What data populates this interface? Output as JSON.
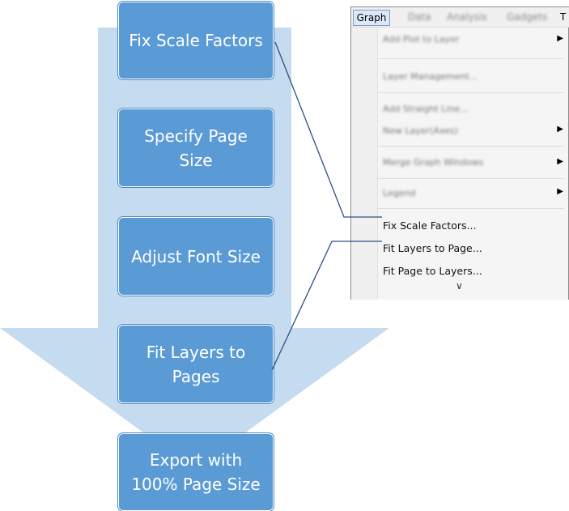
{
  "colors": {
    "box_fill": "#5b9bd5",
    "arrow_fill": "#c5dbef",
    "callout_line": "#2e4f86"
  },
  "steps": [
    {
      "line1": "Fix Scale Factors",
      "line2": ""
    },
    {
      "line1": "Specify Page",
      "line2": "Size"
    },
    {
      "line1": "Adjust Font Size",
      "line2": ""
    },
    {
      "line1": "Fit Layers to",
      "line2": "Pages"
    },
    {
      "line1": "Export with",
      "line2": "100% Page Size"
    }
  ],
  "menu": {
    "menubar": {
      "active": "Graph",
      "others": [
        "Data",
        "Analysis",
        "Gadgets",
        "T"
      ]
    },
    "blurred_items": [
      {
        "label": "Add Plot to Layer"
      },
      {
        "label": "Layer Management..."
      },
      {
        "label": "Add Straight Line..."
      },
      {
        "label": "New Layer(Axes)"
      },
      {
        "label": "Merge Graph Windows"
      },
      {
        "label": "Legend"
      }
    ],
    "items": [
      {
        "label": "Fix Scale Factors..."
      },
      {
        "label": "Fit Layers to Page..."
      },
      {
        "label": "Fit Page to Layers..."
      }
    ],
    "submenu_icon": "chevron-right-icon",
    "expand_icon": "double-chevron-down-icon"
  }
}
